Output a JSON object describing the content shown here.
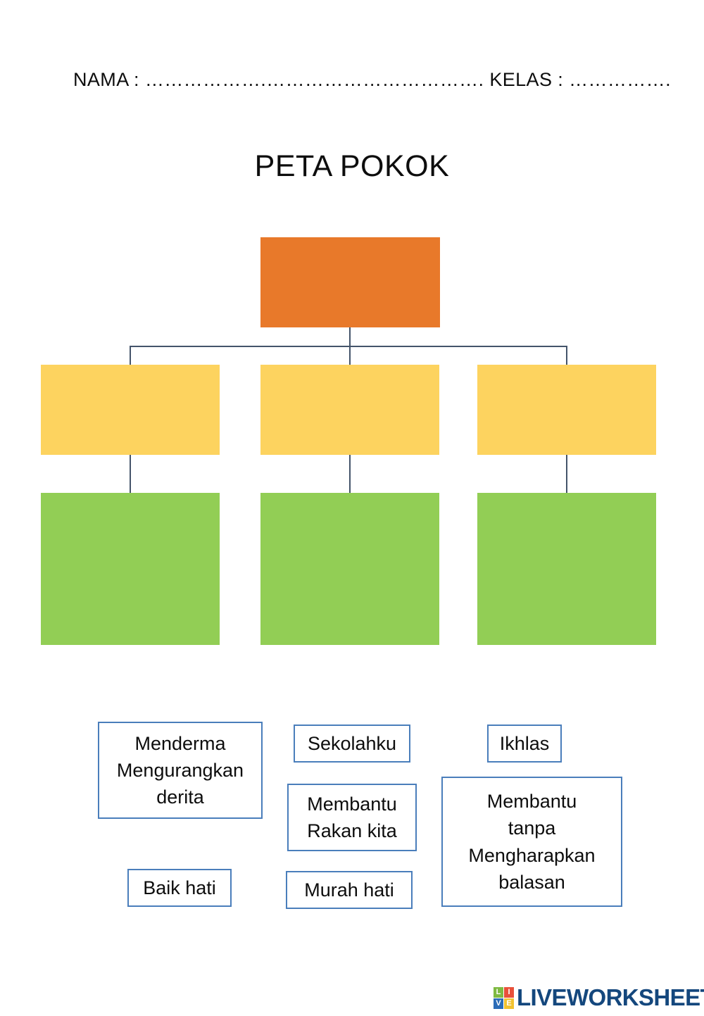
{
  "header": {
    "name_label": "NAMA :",
    "name_dots": "…………………………………………….",
    "class_label": "KELAS :",
    "class_dots": "…………….",
    "full_line": "NAMA : ……………….……………………………. KELAS : ……………."
  },
  "title": "PETA POKOK",
  "diagram": {
    "type": "tree-map",
    "root": {
      "label": "",
      "color": "#E8792A"
    },
    "branches": [
      {
        "label": "",
        "color": "#FDD35F",
        "child": {
          "label": "",
          "color": "#92CE55"
        }
      },
      {
        "label": "",
        "color": "#FDD35F",
        "child": {
          "label": "",
          "color": "#92CE55"
        }
      },
      {
        "label": "",
        "color": "#FDD35F",
        "child": {
          "label": "",
          "color": "#92CE55"
        }
      }
    ],
    "connector_color": "#44546A"
  },
  "wordbank": {
    "border_color": "#4A7EBB",
    "items": [
      {
        "id": "menderma",
        "text": "Menderma\nMengurangkan\nderita"
      },
      {
        "id": "sekolahku",
        "text": "Sekolahku"
      },
      {
        "id": "ikhlas",
        "text": "Ikhlas"
      },
      {
        "id": "membantu-rakan",
        "text": "Membantu\nRakan kita"
      },
      {
        "id": "membantu-tanpa",
        "text": "Membantu\ntanpa\nMengharapkan\nbalasan"
      },
      {
        "id": "baik-hati",
        "text": "Baik hati"
      },
      {
        "id": "murah-hati",
        "text": "Murah hati"
      }
    ]
  },
  "footer": {
    "logo_badge": [
      "L",
      "I",
      "V",
      "E"
    ],
    "logo_text": "LIVEWORKSHEETS"
  }
}
